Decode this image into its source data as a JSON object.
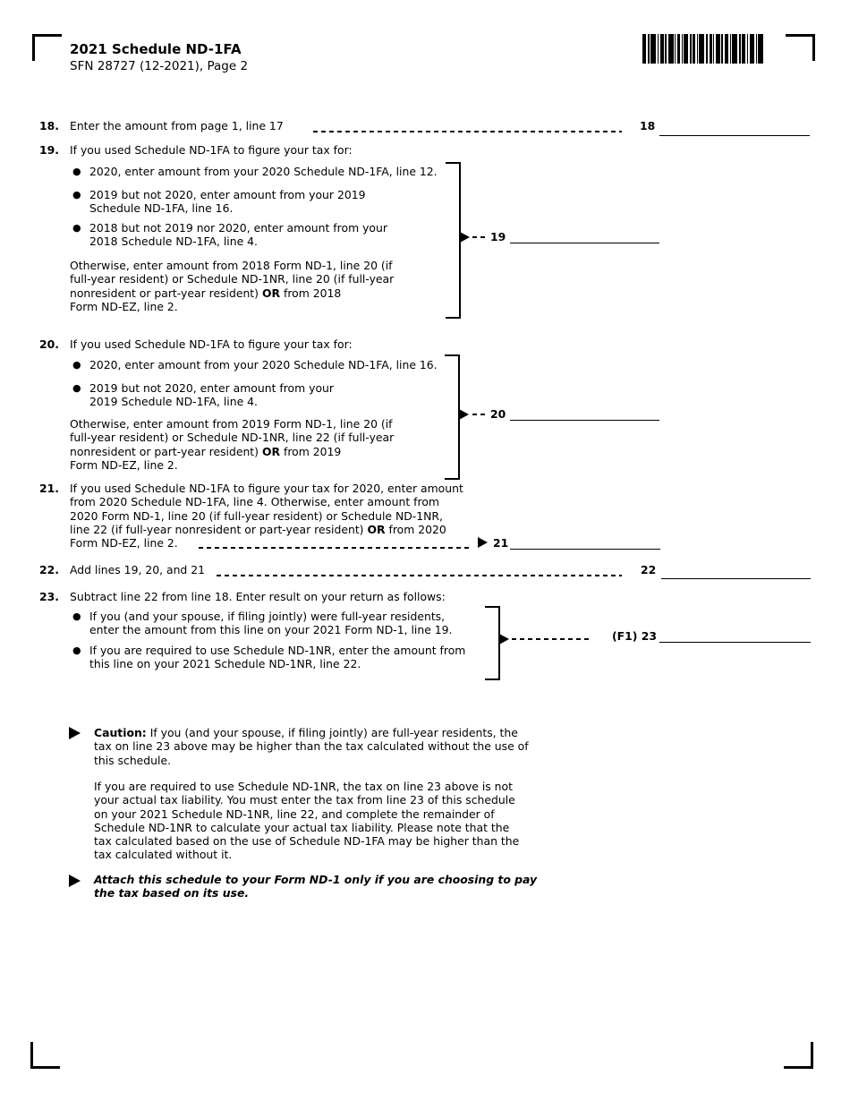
{
  "colors": {
    "ink": "#000000",
    "paper": "#ffffff"
  },
  "icons": {
    "bullet": "●"
  },
  "header": {
    "title": "2021 Schedule ND-1FA",
    "subtitle": "SFN 28727 (12-2021), Page 2"
  },
  "barcode": {
    "pattern": [
      4,
      2,
      2,
      1,
      6,
      2,
      1,
      2,
      4,
      1,
      2,
      2,
      6,
      1,
      1,
      2,
      3,
      2,
      1,
      1,
      5,
      2,
      2,
      1,
      3,
      2,
      1,
      1,
      6,
      2,
      2,
      2,
      3,
      1,
      1,
      2,
      5,
      1,
      2,
      2,
      4,
      2,
      1,
      1,
      6,
      2,
      2,
      1,
      4,
      2,
      1,
      2,
      5,
      2,
      1,
      1,
      6
    ]
  },
  "line18": {
    "num": "18.",
    "text": "Enter the amount from page 1, line 17",
    "label": "18"
  },
  "line19": {
    "num": "19.",
    "intro": "If you used Schedule ND-1FA to figure your tax for:",
    "bullet1": "2020, enter amount from your 2020 Schedule ND-1FA, line 12.",
    "bullet2_l1": "2019 but not 2020, enter amount from your 2019",
    "bullet2_l2": "Schedule ND-1FA, line 16.",
    "bullet3_l1": "2018 but not 2019 nor 2020, enter amount from your",
    "bullet3_l2": "2018 Schedule ND-1FA, line 4.",
    "oth_l1": "Otherwise, enter amount from 2018 Form ND-1, line 20 (if",
    "oth_l2": "full-year resident) or Schedule ND-1NR, line 20 (if full-year",
    "oth_l3a": "nonresident or part-year resident) ",
    "oth_l3b": "OR",
    "oth_l3c": " from 2018",
    "oth_l4": "Form ND-EZ, line 2.",
    "label": "19"
  },
  "line20": {
    "num": "20.",
    "intro": "If you used Schedule ND-1FA to figure your tax for:",
    "bullet1": "2020, enter amount from your 2020 Schedule ND-1FA, line 16.",
    "bullet2_l1": "2019 but not 2020, enter amount from your",
    "bullet2_l2": "2019 Schedule ND-1FA, line 4.",
    "oth_l1": "Otherwise, enter amount from 2019 Form ND-1, line 20 (if",
    "oth_l2": "full-year resident) or Schedule ND-1NR, line 22 (if full-year",
    "oth_l3a": "nonresident or part-year resident) ",
    "oth_l3b": "OR",
    "oth_l3c": " from 2019",
    "oth_l4": "Form ND-EZ, line 2.",
    "label": "20"
  },
  "line21": {
    "num": "21.",
    "l1": "If you used Schedule ND-1FA to figure your tax for 2020, enter amount",
    "l2": "from 2020 Schedule ND-1FA, line 4. Otherwise, enter amount from",
    "l3": "2020 Form ND-1, line 20 (if full-year resident) or Schedule ND-1NR,",
    "l4a": "line 22 (if full-year nonresident or part-year resident) ",
    "l4b": "OR",
    "l4c": " from 2020",
    "l5": "Form ND-EZ, line 2.",
    "label": "21"
  },
  "line22": {
    "num": "22.",
    "text": "Add lines 19, 20, and 21",
    "label": "22"
  },
  "line23": {
    "num": "23.",
    "intro": "Subtract line 22 from line 18. Enter result on your return as follows:",
    "bullet1_l1": "If you (and your spouse, if filing jointly) were full-year residents,",
    "bullet1_l2": "enter the amount from this line on your 2021 Form ND-1, line 19.",
    "bullet2_l1": "If you are required to use Schedule ND-1NR, enter the amount from",
    "bullet2_l2": "this line on your 2021 Schedule ND-1NR, line 22.",
    "label_prefix": "(F1)",
    "label": "23"
  },
  "caution": {
    "label": "Caution:",
    "p1_l1": " If you (and your spouse, if filing jointly) are full-year residents, the",
    "p1_l2": "tax on line 23 above may be higher than the tax calculated without the use of",
    "p1_l3": "this schedule.",
    "p2_l1": "If you are required to use Schedule ND-1NR, the tax on line 23 above is not",
    "p2_l2": "your actual tax liability. You must enter the tax from line 23 of this schedule",
    "p2_l3": "on your 2021 Schedule ND-1NR, line 22, and complete the remainder of",
    "p2_l4": "Schedule ND-1NR to calculate your actual tax liability. Please note that the",
    "p2_l5": "tax calculated based on the use of Schedule ND-1FA may be higher than the",
    "p2_l6": "tax calculated without it.",
    "attach_l1": "Attach this schedule to your Form ND-1 only if you are choosing to pay",
    "attach_l2": "the tax based on its use."
  }
}
